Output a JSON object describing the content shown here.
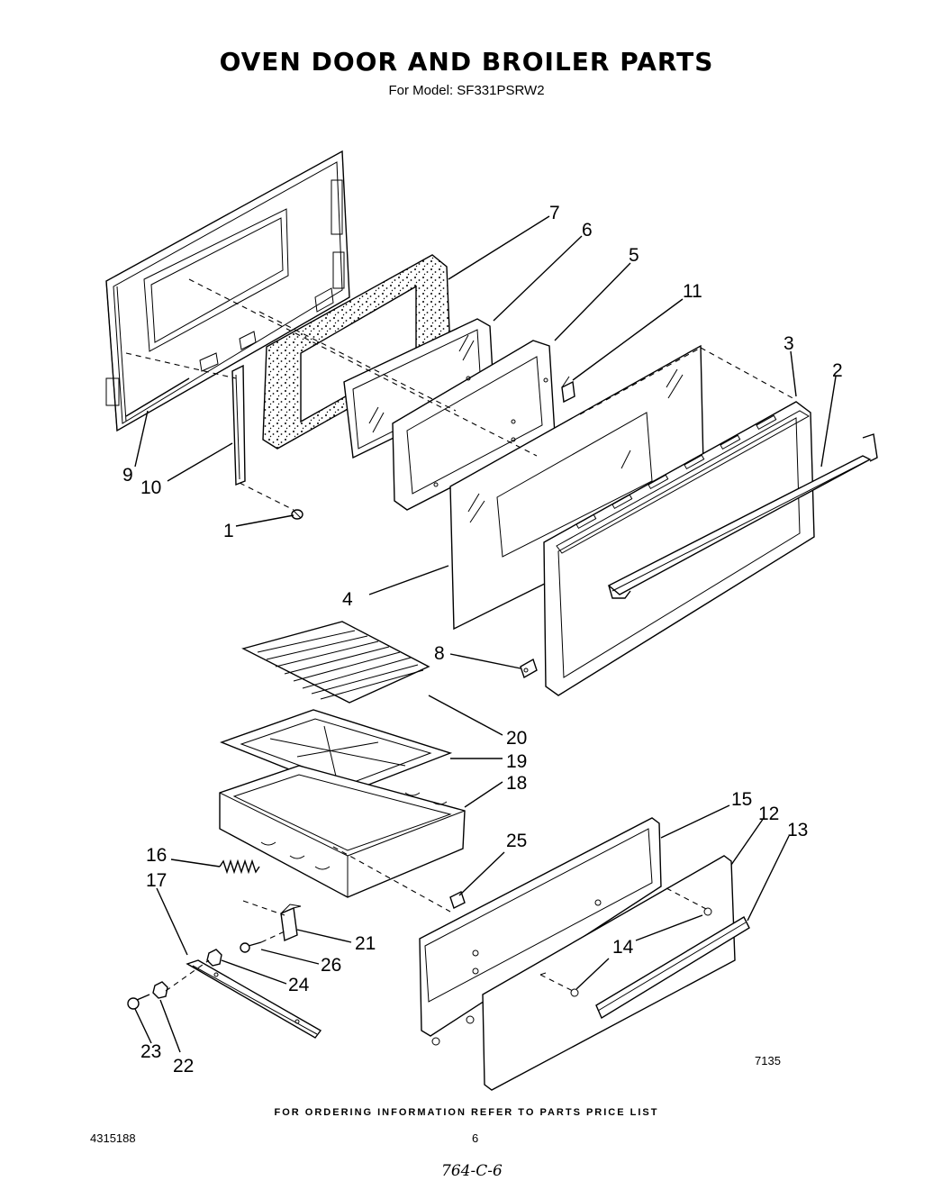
{
  "title": "OVEN DOOR AND BROILER PARTS",
  "subtitle": "For Model: SF331PSRW2",
  "callouts": [
    "1",
    "2",
    "3",
    "4",
    "5",
    "6",
    "7",
    "8",
    "9",
    "10",
    "11",
    "12",
    "13",
    "14",
    "15",
    "16",
    "17",
    "18",
    "19",
    "20",
    "21",
    "22",
    "23",
    "24",
    "25",
    "26"
  ],
  "figure_code": "7135",
  "footer_note": "FOR ORDERING INFORMATION REFER TO PARTS PRICE LIST",
  "document_number": "4315188",
  "page_number": "6",
  "handwritten_note": "764-C-6"
}
